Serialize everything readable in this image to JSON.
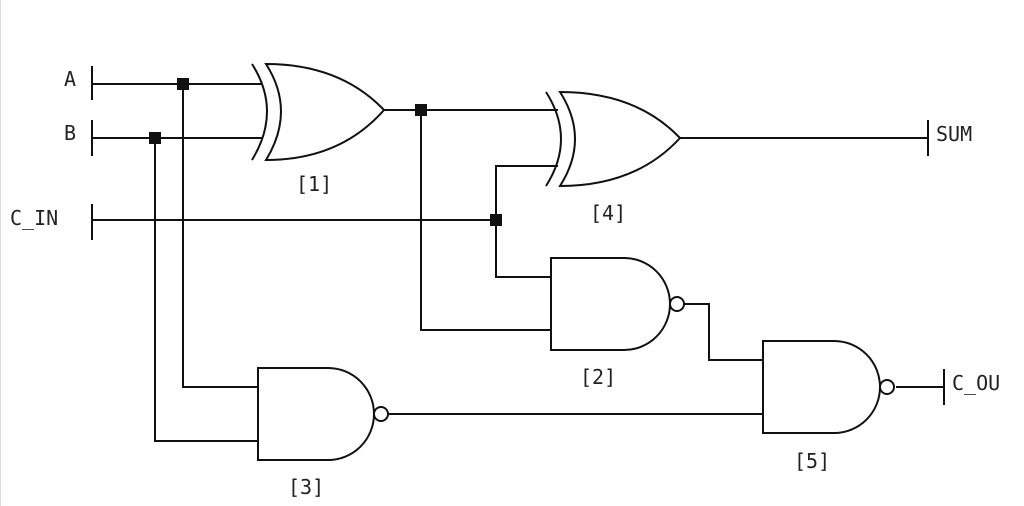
{
  "inputs": {
    "a": "A",
    "b": "B",
    "c_in": "C_IN"
  },
  "outputs": {
    "sum": "SUM",
    "c_out": "C_OU"
  },
  "gates": {
    "g1": "[1]",
    "g2": "[2]",
    "g3": "[3]",
    "g4": "[4]",
    "g5": "[5]"
  }
}
